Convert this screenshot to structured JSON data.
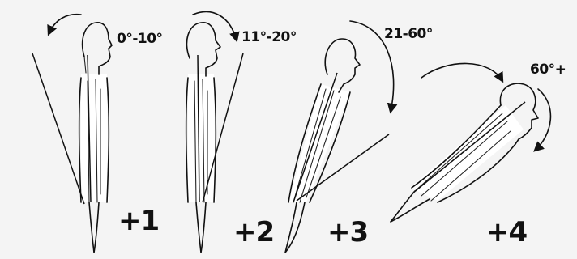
{
  "stages": [
    {
      "range": "0°-10°",
      "grade": "+1"
    },
    {
      "range": "11°-20°",
      "grade": "+2"
    },
    {
      "range": "21-60°",
      "grade": "+3"
    },
    {
      "range": "60°+",
      "grade": "+4"
    }
  ]
}
